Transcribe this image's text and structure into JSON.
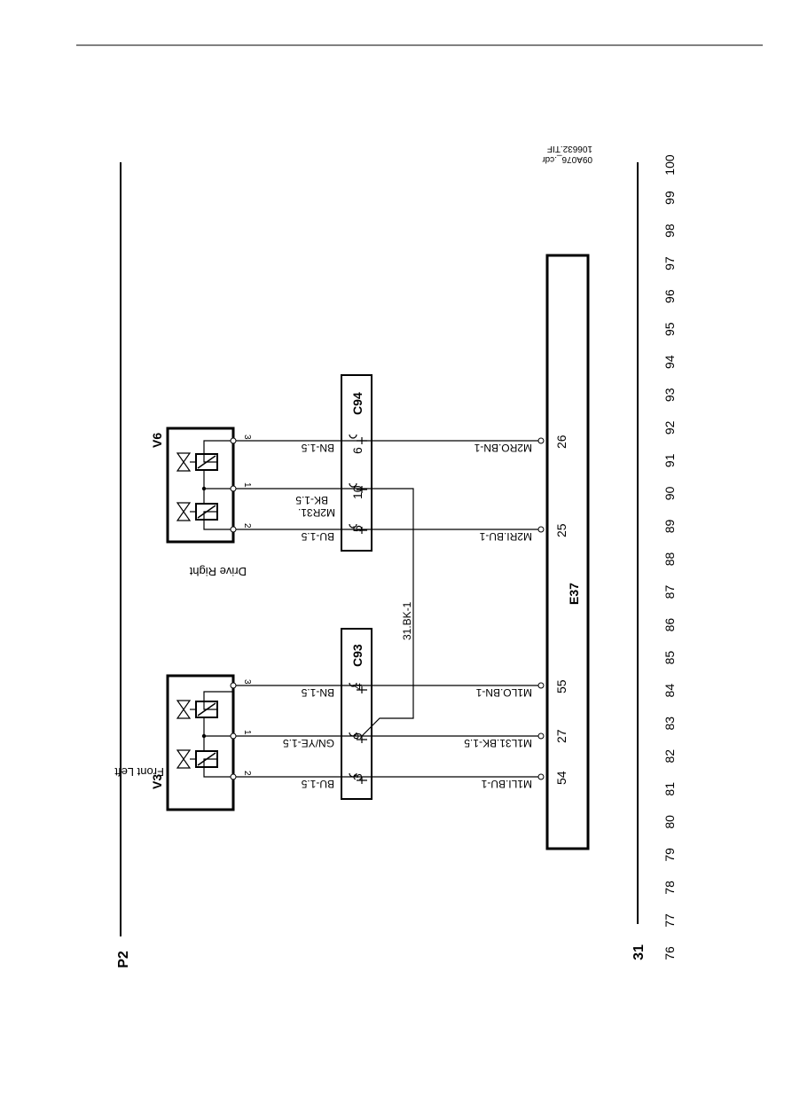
{
  "header": {
    "rule": true
  },
  "file_tags": {
    "cdr": "09A076_.cdr",
    "tif": "106632.TIF"
  },
  "rails": {
    "left": "P2",
    "right": "31"
  },
  "grid": [
    "76",
    "77",
    "78",
    "79",
    "80",
    "81",
    "82",
    "83",
    "84",
    "85",
    "86",
    "87",
    "88",
    "89",
    "90",
    "91",
    "92",
    "93",
    "94",
    "95",
    "96",
    "97",
    "98",
    "99",
    "100"
  ],
  "valves": {
    "v3": {
      "id": "V3",
      "caption": "Front Left",
      "pins": [
        "2",
        "1",
        "3"
      ]
    },
    "v6": {
      "id": "V6",
      "caption": "Drive Right",
      "pins": [
        "2",
        "1",
        "3"
      ]
    }
  },
  "connectors": {
    "c93": {
      "id": "C93",
      "pins": [
        "3",
        "9",
        "4"
      ]
    },
    "c94": {
      "id": "C94",
      "pins": [
        "5",
        "10",
        "6"
      ]
    }
  },
  "ecu": {
    "id": "E37",
    "pins": [
      "54",
      "27",
      "55",
      "25",
      "26"
    ]
  },
  "wires": {
    "v3_left": "BU-1.5",
    "v3_mid": "GN/YE-1.5",
    "v3_right": "BN-1.5",
    "v6_left": "BU-1.5",
    "v6_mid_a": "M2R31.",
    "v6_mid_b": "BK-1.5",
    "v6_right": "BN-1.5",
    "ground": "31.BK-1",
    "e_54": "M1LI.BU-1",
    "e_27": "M1L31.BK-1.5",
    "e_55": "M1LO.BN-1",
    "e_25": "M2RI.BU-1",
    "e_26": "M2RO.BN-1"
  }
}
